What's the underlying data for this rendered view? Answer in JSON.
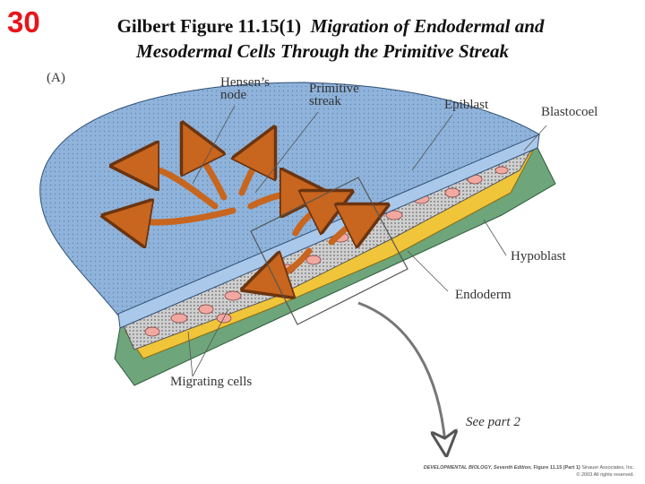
{
  "slide_number": "30",
  "title": {
    "prefix": "Gilbert Figure 11.15(1)",
    "italic_line1": "Migration of Endodermal and",
    "line2": "Mesodermal Cells Through the Primitive Streak"
  },
  "panel_label": "(A)",
  "labels": {
    "hensens_node_1": "Hensen’s",
    "hensens_node_2": "node",
    "primitive_streak_1": "Primitive",
    "primitive_streak_2": "streak",
    "epiblast": "Epiblast",
    "blastocoel": "Blastocoel",
    "hypoblast": "Hypoblast",
    "endoderm": "Endoderm",
    "migrating_cells": "Migrating cells",
    "see_part_2": "See part 2"
  },
  "credit": {
    "book": "DEVELOPMENTAL BIOLOGY, Seventh Edition,",
    "figure": "Figure 11.15 (Part 1)",
    "publisher": "Sinauer Associates, Inc.",
    "copyright": "© 2003 All rights reserved."
  },
  "colors": {
    "slide_number": "#e8141b",
    "surface": "#8fb3da",
    "arrow": "#c8651e",
    "hypoblast": "#5f9e6e",
    "endoderm": "#f0c53a",
    "cells": "#f0a8a0",
    "mesoderm": "#c9c9c9"
  }
}
